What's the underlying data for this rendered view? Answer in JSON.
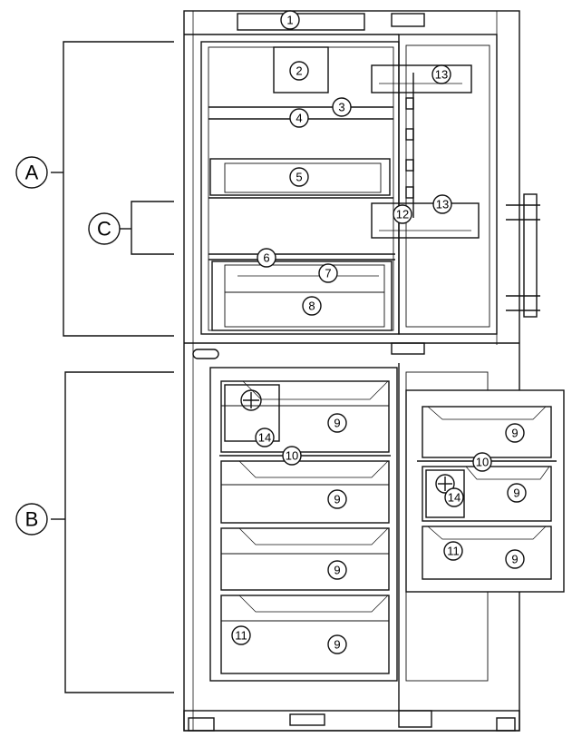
{
  "diagram": {
    "brackets": {
      "A": "A",
      "B": "B",
      "C": "C"
    },
    "callouts": {
      "c1": "1",
      "c2": "2",
      "c3": "3",
      "c4": "4",
      "c5": "5",
      "c6": "6",
      "c7": "7",
      "c8": "8",
      "c9a": "9",
      "c9b": "9",
      "c9c": "9",
      "c9d": "9",
      "c9e": "9",
      "c9f": "9",
      "c9g": "9",
      "c10a": "10",
      "c10b": "10",
      "c11a": "11",
      "c11b": "11",
      "c12": "12",
      "c13a": "13",
      "c13b": "13",
      "c14a": "14",
      "c14b": "14"
    }
  }
}
